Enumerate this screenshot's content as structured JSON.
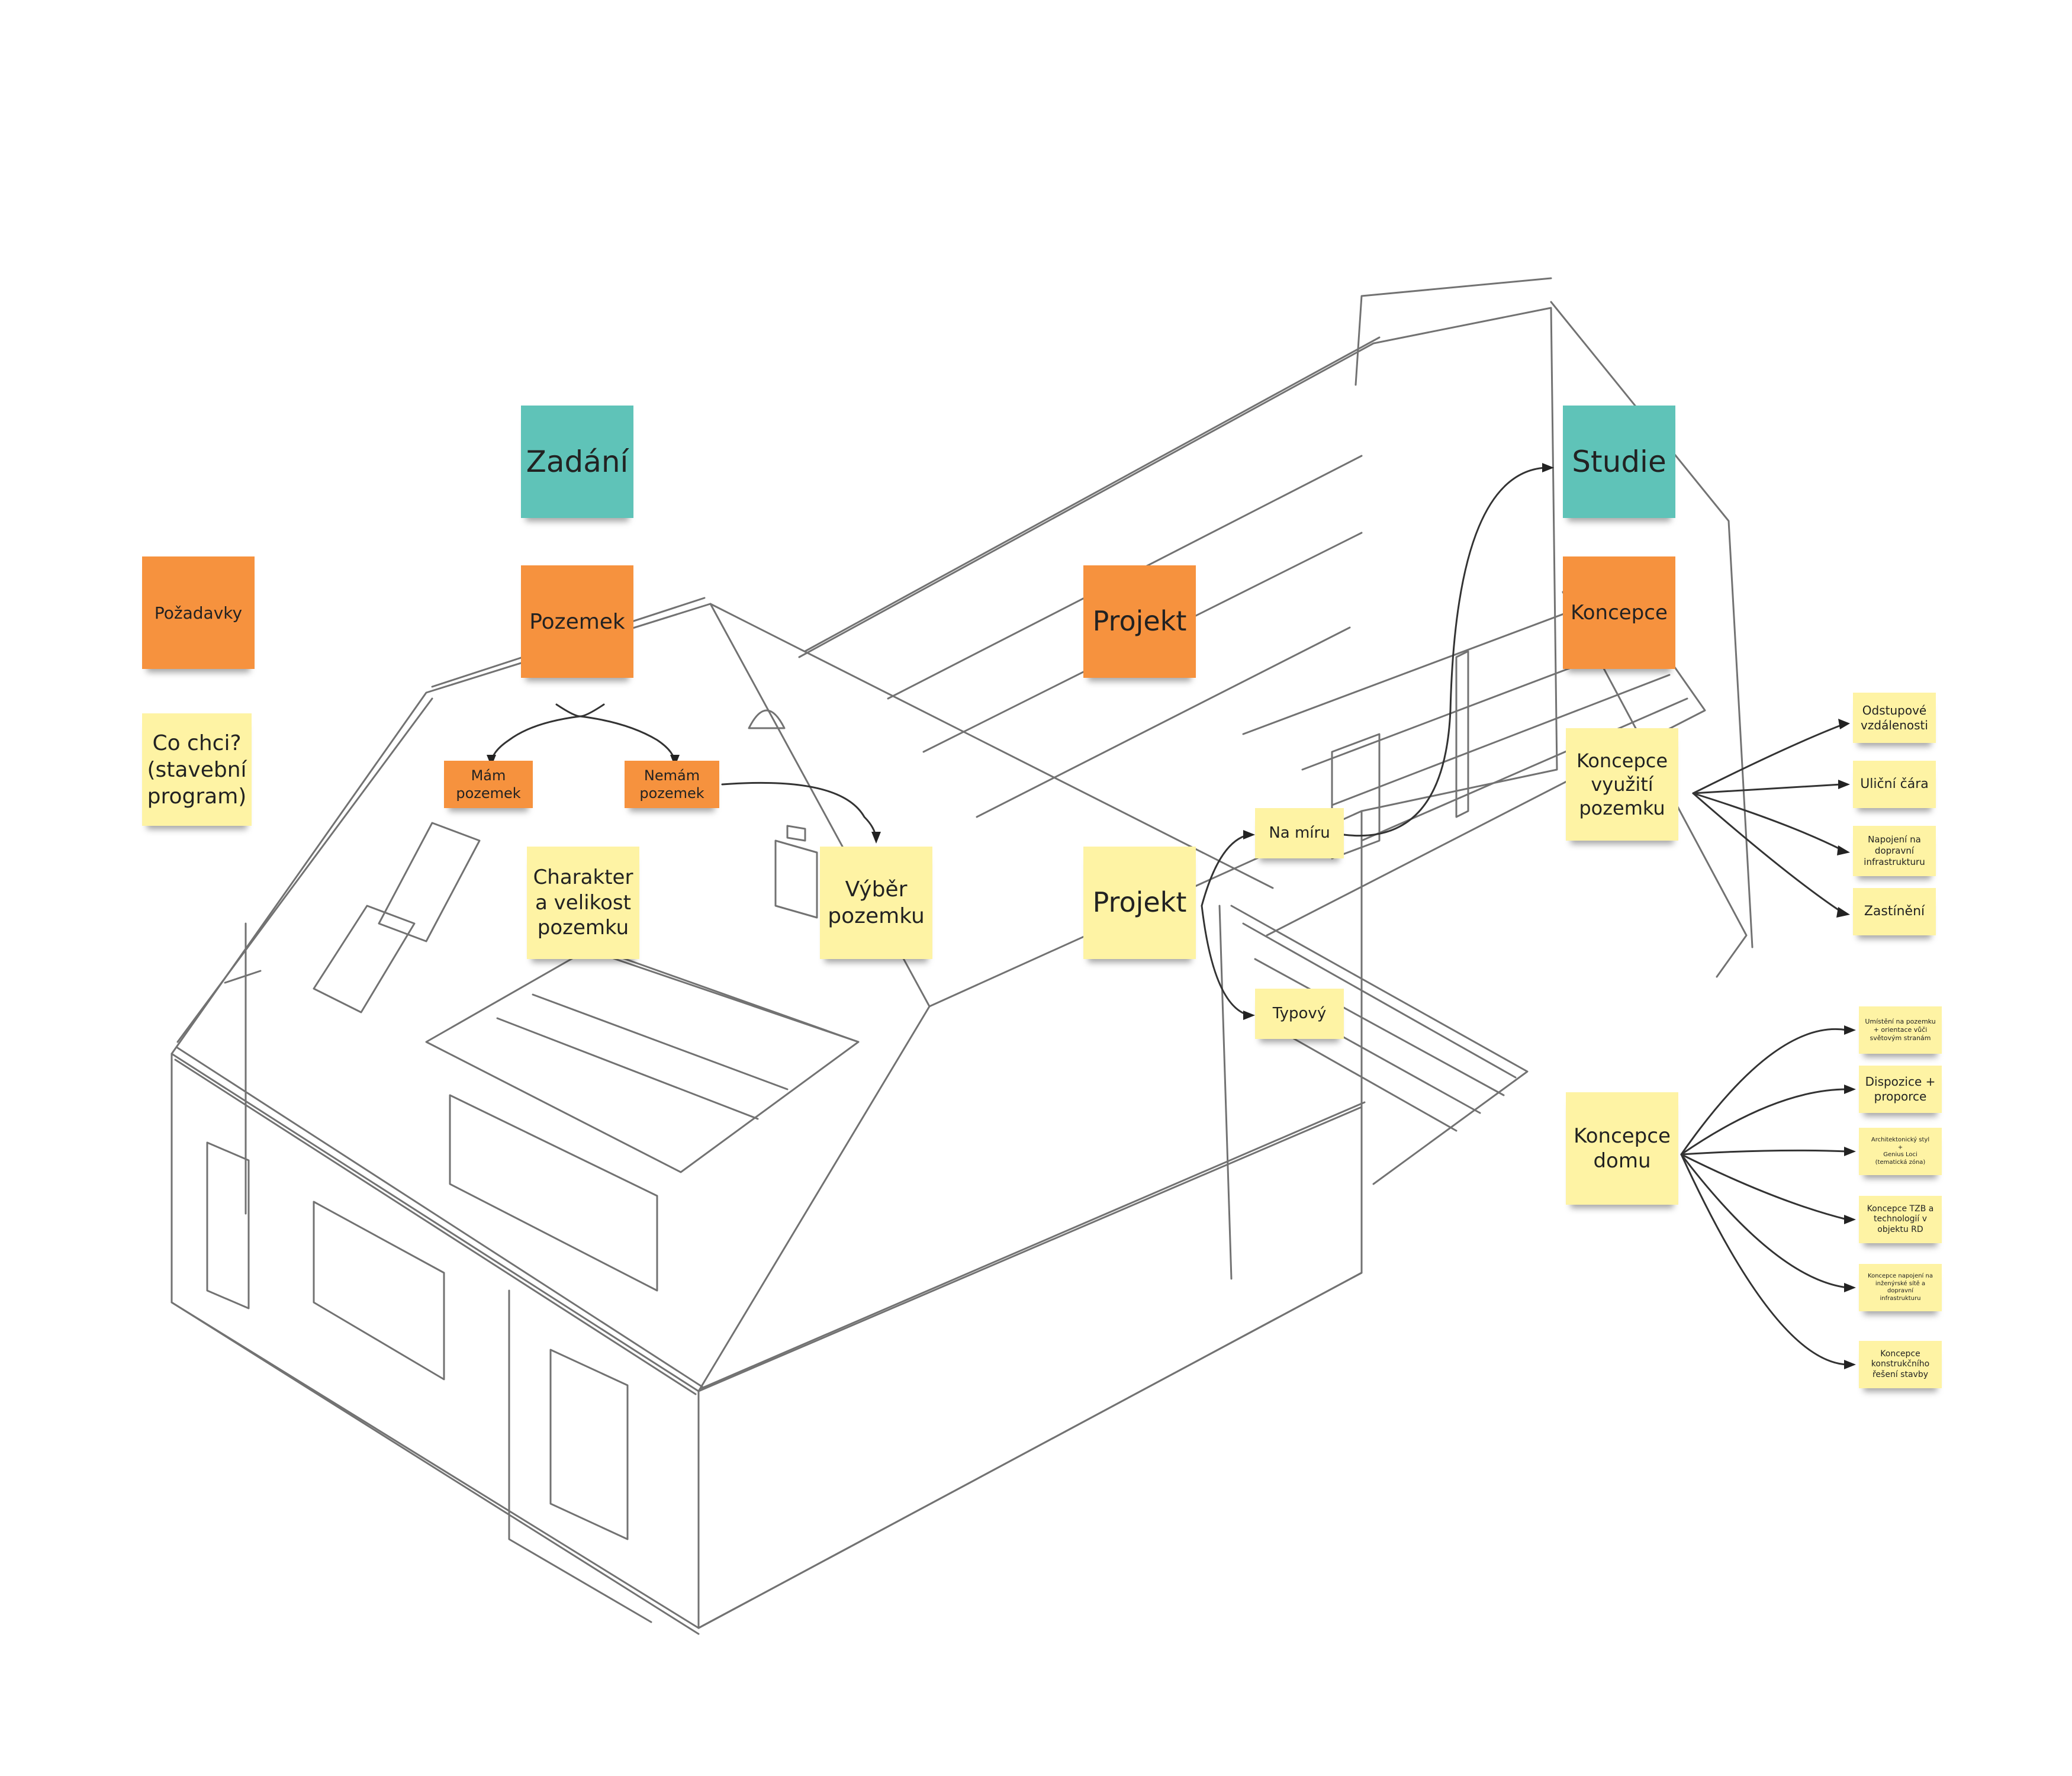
{
  "colors": {
    "teal": "#5fc3b8",
    "orange": "#f6923e",
    "yellow": "#fef3a4",
    "line": "#3a3a3a"
  },
  "notes": {
    "zadani": "Zadání",
    "studie": "Studie",
    "pozadavky": "Požadavky",
    "pozemek": "Pozemek",
    "projekt_orange": "Projekt",
    "koncepce": "Koncepce",
    "co_chci": "Co chci?\n(stavební\nprogram)",
    "mam_pozemek": "Mám\npozemek",
    "nemam_pozemek": "Nemám\npozemek",
    "charakter": "Charakter\na velikost\npozemku",
    "vyber": "Výběr\npozemku",
    "projekt_yellow": "Projekt",
    "na_miru": "Na míru",
    "typovy": "Typový",
    "koncepce_vyuziti": "Koncepce\nvyužití\npozemku",
    "odstupove": "Odstupové\nvzdálenosti",
    "ulicni": "Uliční čára",
    "napojeni_doprava": "Napojení na\ndopravní\ninfrastrukturu",
    "zastineni": "Zastínění",
    "koncepce_domu": "Koncepce\ndomu",
    "umisteni": "Umístění na pozemku\n+ orientace vůči\nsvětovým stranám",
    "dispozice": "Dispozice +\nproporce",
    "architektonicky": "Architektonický styl\n+\nGenius Loci\n(tematická zóna)",
    "tzb": "Koncepce TZB a\ntechnologií v\nobjektu RD",
    "napojeni_site": "Koncepce napojení na\ninženýrské sítě a\ndopravní\ninfrastrukturu",
    "konstrukce": "Koncepce\nkonstrukčního\nřešení stavby"
  }
}
